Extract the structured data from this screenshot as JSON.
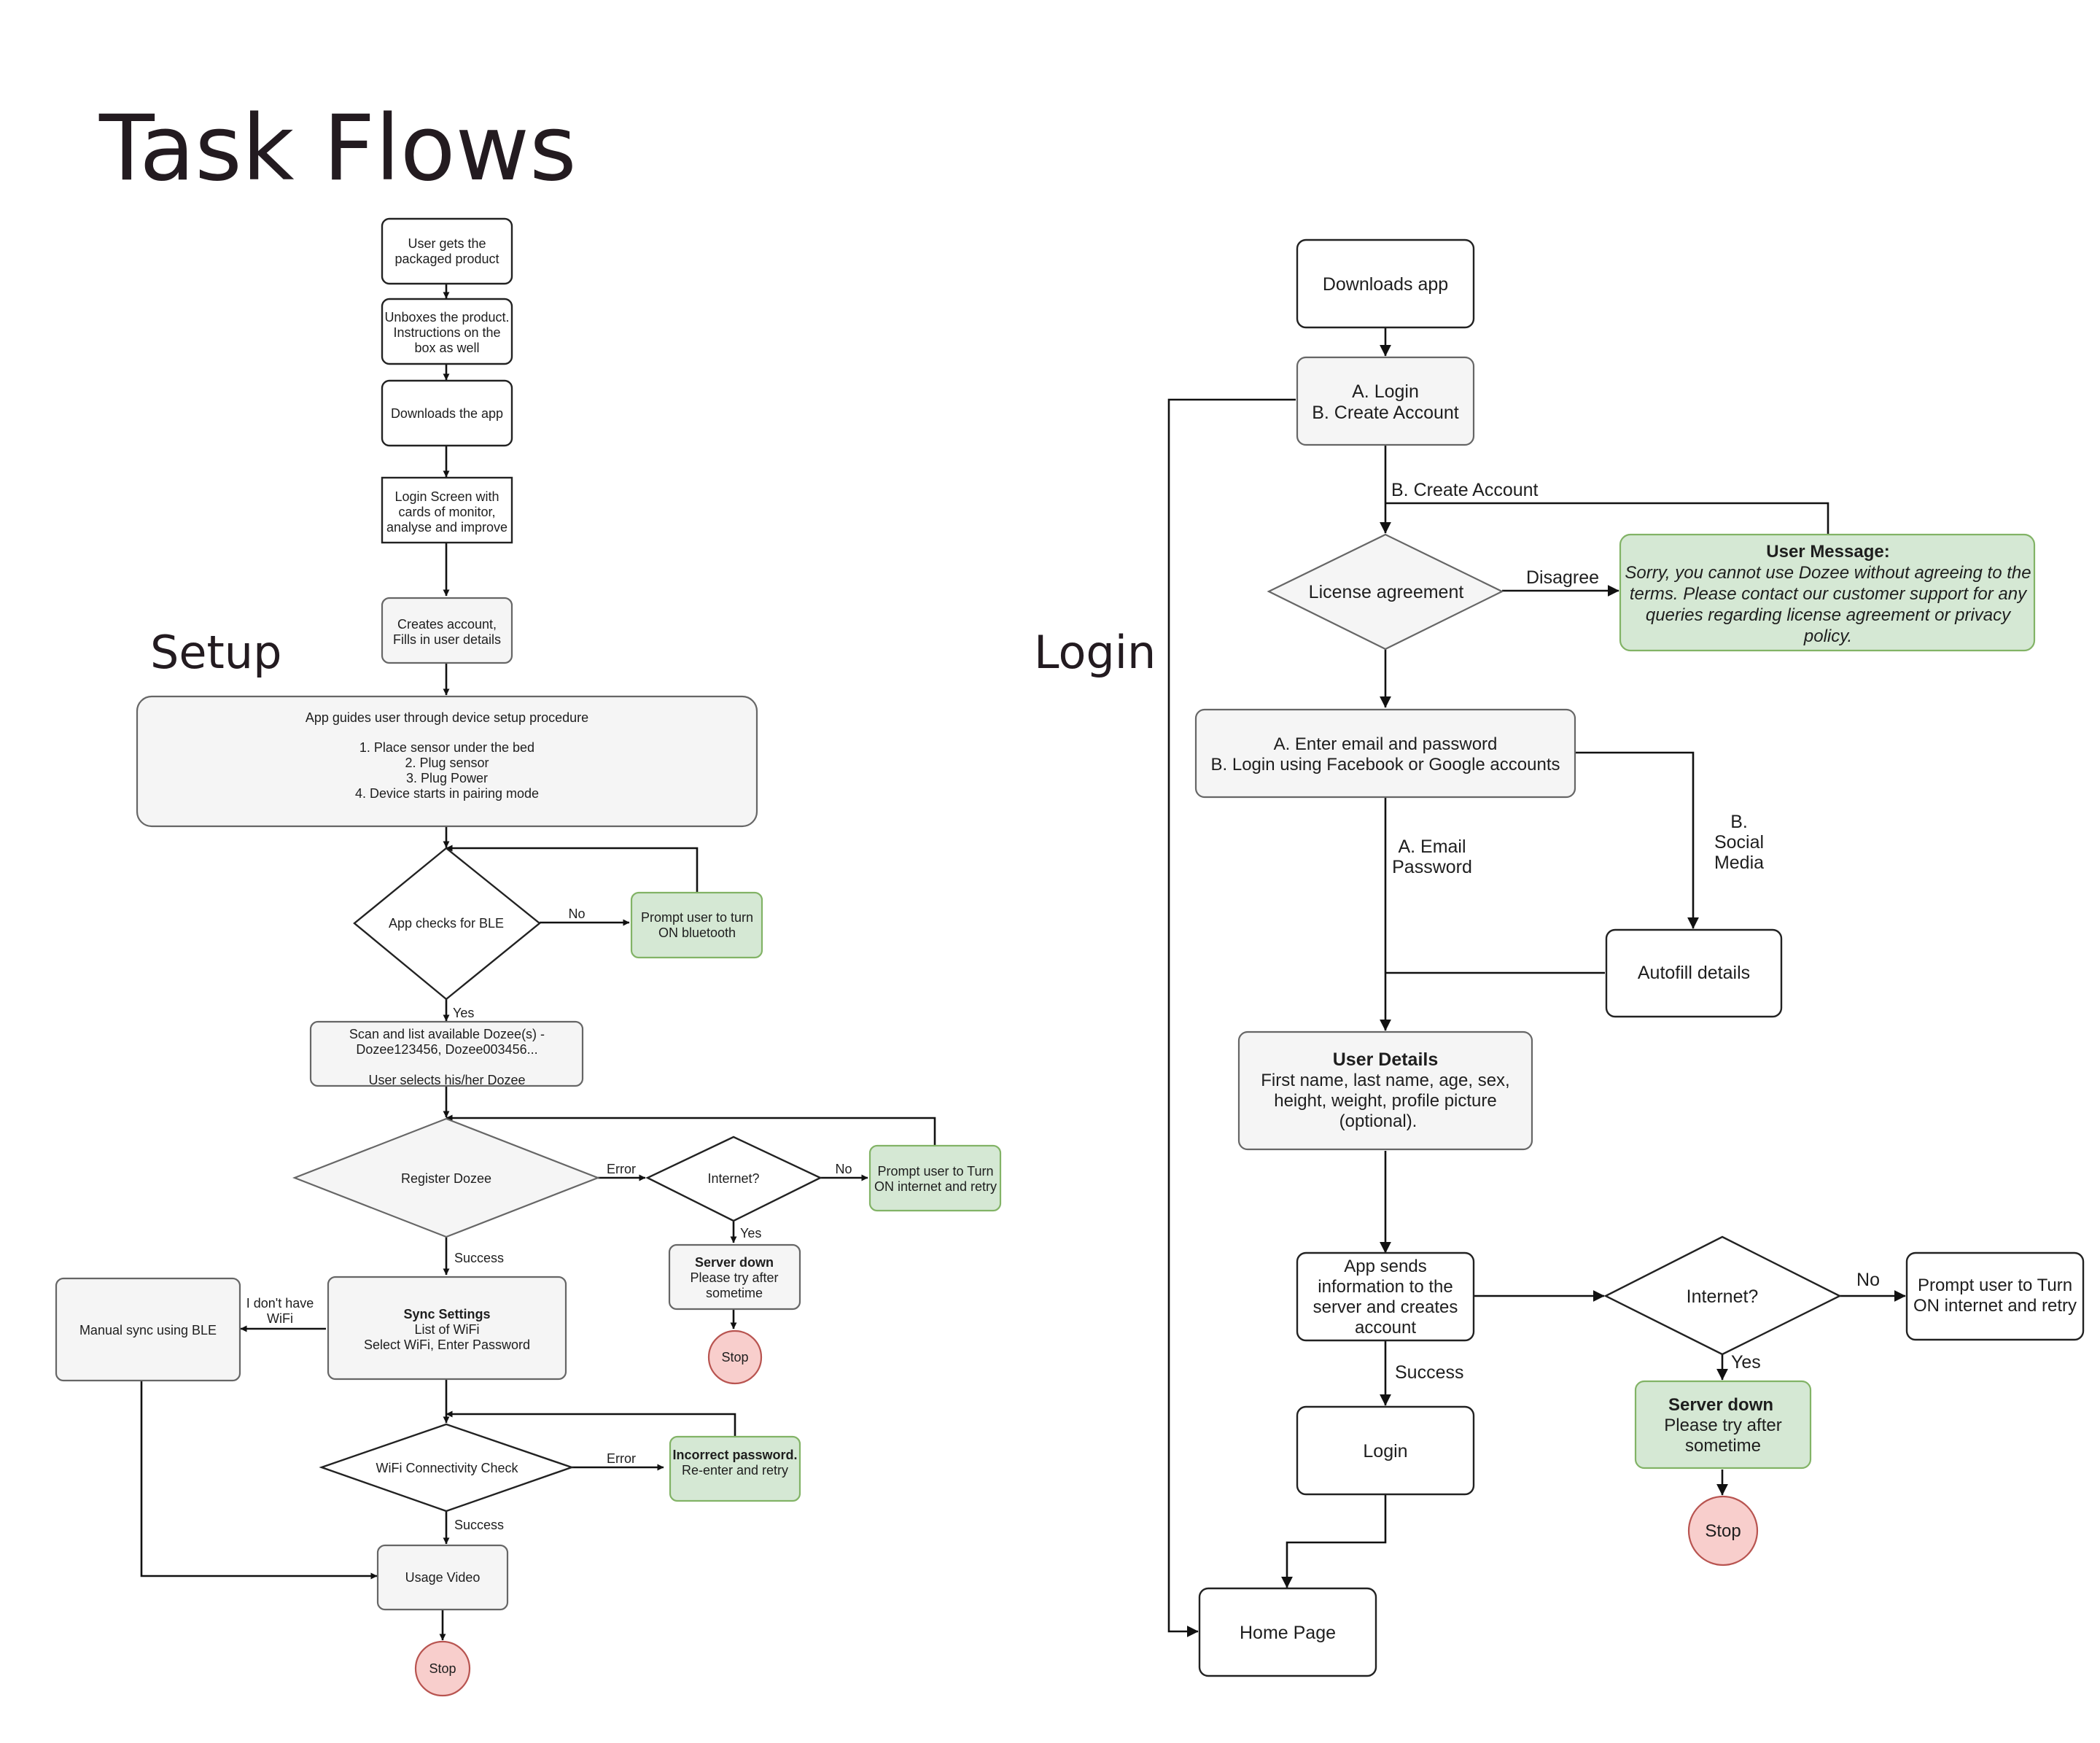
{
  "title": "Task Flows",
  "setup": {
    "heading": "Setup",
    "nodes": {
      "gets_product": [
        "User gets the",
        "packaged product"
      ],
      "unboxes": [
        "Unboxes the product.",
        "Instructions on the",
        "box as well"
      ],
      "downloads": [
        "Downloads the app"
      ],
      "login_screen": [
        "Login Screen with",
        "cards of monitor,",
        "analyse and improve"
      ],
      "creates_account": [
        "Creates account,",
        "Fills in user details"
      ],
      "device_setup": [
        "App guides user through device setup procedure",
        "",
        "1. Place sensor under the bed",
        "2. Plug sensor",
        "3. Plug Power",
        "4. Device starts in pairing mode"
      ],
      "checks_ble": [
        "App checks for BLE"
      ],
      "prompt_bluetooth": [
        "Prompt user to turn",
        "ON bluetooth"
      ],
      "scan_list": [
        "Scan and list available Dozee(s) -",
        "Dozee123456, Dozee003456...",
        "",
        "User selects his/her Dozee"
      ],
      "register": [
        "Register Dozee"
      ],
      "internet": [
        "Internet?"
      ],
      "prompt_internet": [
        "Prompt user to Turn",
        "ON internet and retry"
      ],
      "server_down_title": "Server down",
      "server_down_body": [
        "Please try after",
        "sometime"
      ],
      "stop_1": "Stop",
      "sync_title": "Sync Settings",
      "sync_body": [
        "List of WiFi",
        "Select WiFi, Enter Password"
      ],
      "manual_sync": [
        "Manual sync using BLE"
      ],
      "wifi_check": [
        "WiFi Connectivity Check"
      ],
      "incorrect_title": "Incorrect password.",
      "incorrect_body": [
        "Re-enter and retry"
      ],
      "usage_video": [
        "Usage Video"
      ],
      "stop_2": "Stop"
    },
    "edge_labels": {
      "no_ble": "No",
      "yes_ble": "Yes",
      "error_register": "Error",
      "no_internet": "No",
      "yes_internet": "Yes",
      "success_register": "Success",
      "no_wifi": [
        "I don't have",
        "WiFi"
      ],
      "error_wifi": "Error",
      "success_wifi": "Success"
    }
  },
  "login": {
    "heading": "Login",
    "nodes": {
      "downloads": [
        "Downloads app"
      ],
      "login_create": [
        "A. Login",
        "B. Create Account"
      ],
      "license": [
        "License agreement"
      ],
      "user_message_title": "User Message:",
      "user_message_body": [
        "Sorry, you cannot use Dozee without agreeing to the",
        "terms. Please contact our customer support for any",
        "queries regarding license agreement or privacy",
        "policy."
      ],
      "enter_email": [
        "A. Enter email and password",
        "B. Login using Facebook or Google accounts"
      ],
      "autofill": [
        "Autofill details"
      ],
      "user_details_title": "User Details",
      "user_details_body": [
        "First name, last name, age, sex,",
        "height, weight, profile picture",
        "(optional)."
      ],
      "app_sends": [
        "App sends",
        "information to the",
        "server and creates",
        "account"
      ],
      "internet": [
        "Internet?"
      ],
      "prompt_internet": [
        "Prompt user to Turn",
        "ON internet and retry"
      ],
      "server_down_title": "Server down",
      "server_down_body": [
        "Please try after",
        "sometime"
      ],
      "stop": "Stop",
      "login_node": [
        "Login"
      ],
      "home_page": [
        "Home Page"
      ]
    },
    "edge_labels": {
      "create_account": "B. Create Account",
      "disagree": "Disagree",
      "email_password": [
        "A. Email",
        "Password"
      ],
      "social_media": [
        "B.",
        "Social",
        "Media"
      ],
      "success": "Success",
      "no": "No",
      "yes": "Yes"
    }
  },
  "colors": {
    "text_dark": "#231b20",
    "process_fill": "#f5f5f5",
    "process_stroke": "#666666",
    "message_fill": "#d5e8d4",
    "message_stroke": "#82b366",
    "stop_fill": "#f8cecc",
    "stop_stroke": "#b85450",
    "edge": "#111111"
  }
}
